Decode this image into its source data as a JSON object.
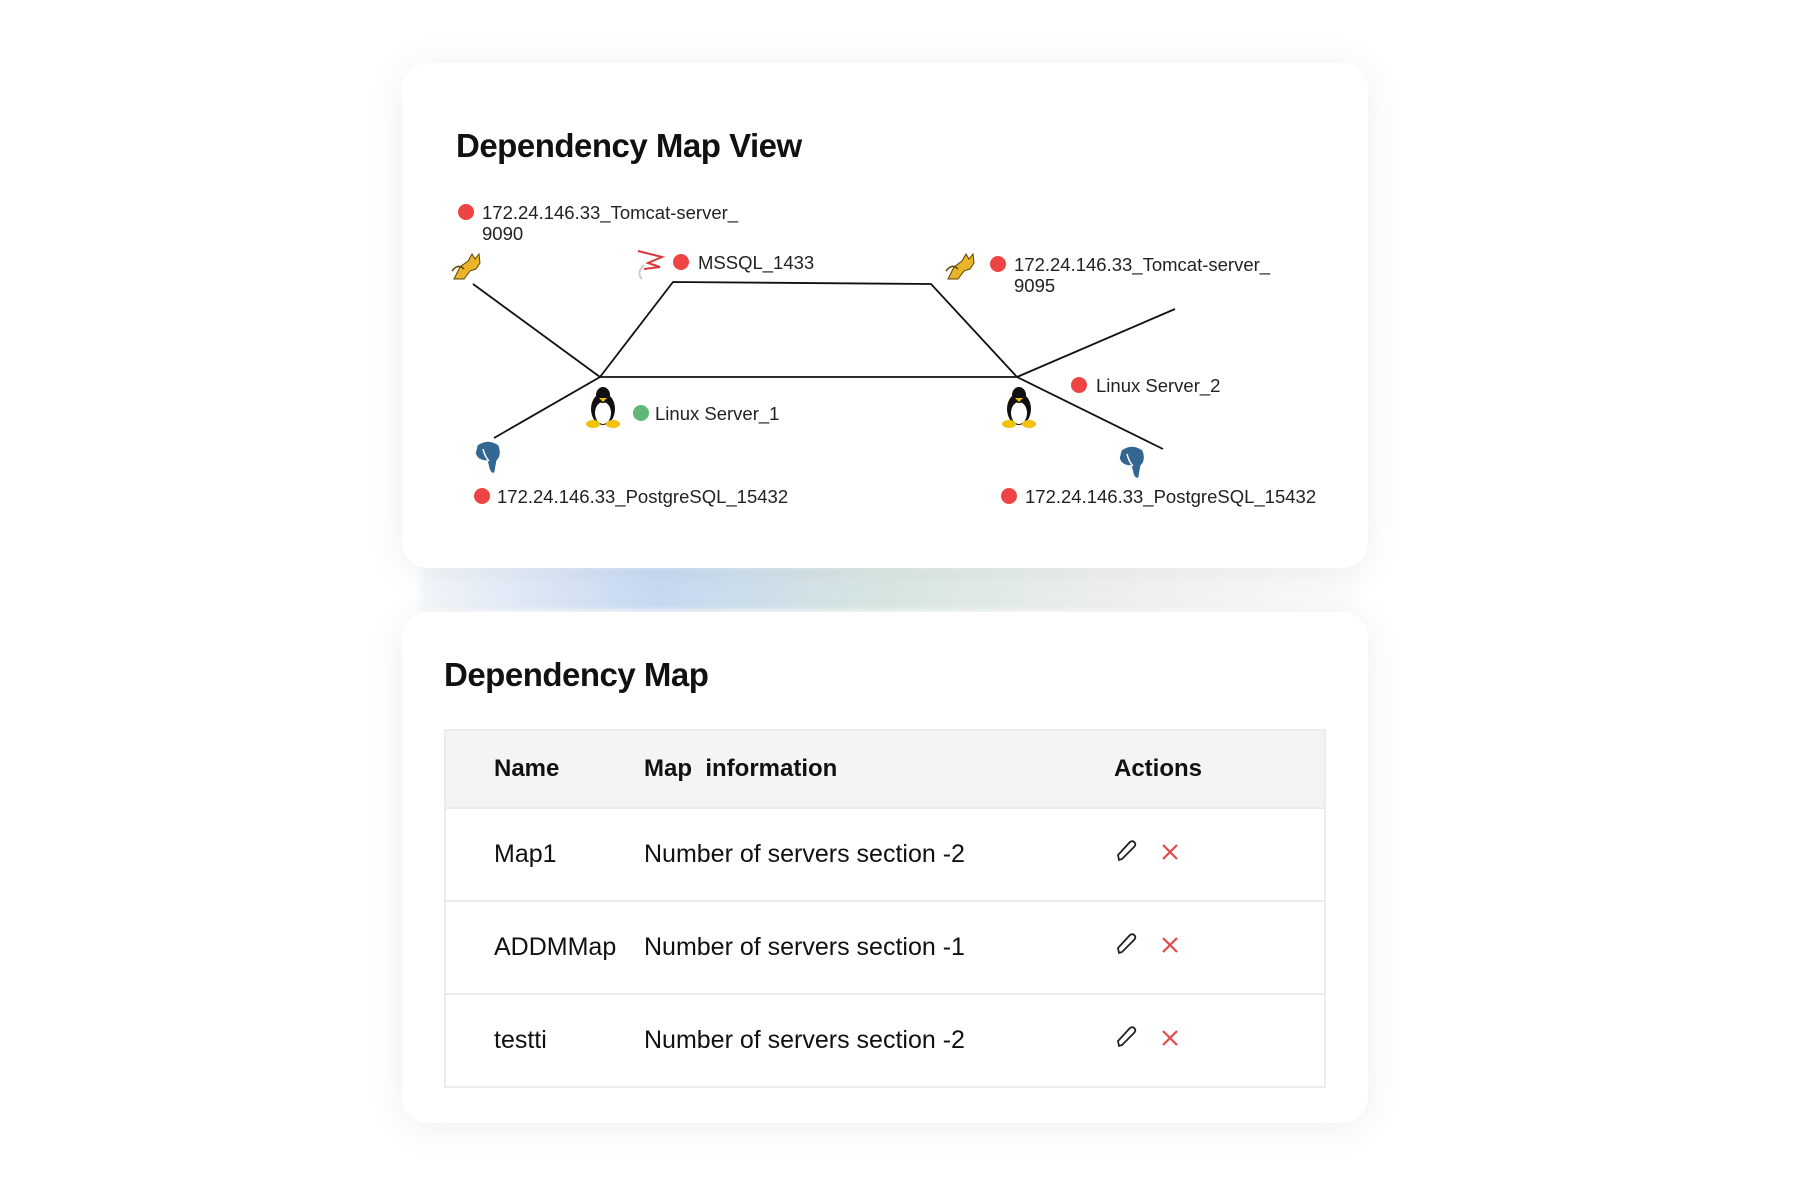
{
  "map_view": {
    "title": "Dependency Map View",
    "nodes": {
      "tomcat1": {
        "line1": "172.24.146.33_Tomcat-server_",
        "line2": "9090",
        "status": "down"
      },
      "mssql": {
        "label": "MSSQL_1433",
        "status": "down"
      },
      "tomcat2": {
        "line1": "172.24.146.33_Tomcat-server_",
        "line2": "9095",
        "status": "down"
      },
      "linux1": {
        "label": "Linux Server_1",
        "status": "up"
      },
      "linux2": {
        "label": "Linux Server_2",
        "status": "down"
      },
      "pg1": {
        "label": "172.24.146.33_PostgreSQL_15432",
        "status": "down"
      },
      "pg2": {
        "label": "172.24.146.33_PostgreSQL_15432",
        "status": "down"
      }
    },
    "colors": {
      "down": "#ef4444",
      "up": "#5fb878"
    }
  },
  "table": {
    "title": "Dependency Map",
    "headers": {
      "name": "Name",
      "info": "Map  information",
      "actions": "Actions"
    },
    "rows": [
      {
        "name": "Map1",
        "info": "Number of servers section -2"
      },
      {
        "name": "ADDMMap",
        "info": "Number of servers section -1"
      },
      {
        "name": "testti",
        "info": "Number of servers section -2"
      }
    ]
  }
}
